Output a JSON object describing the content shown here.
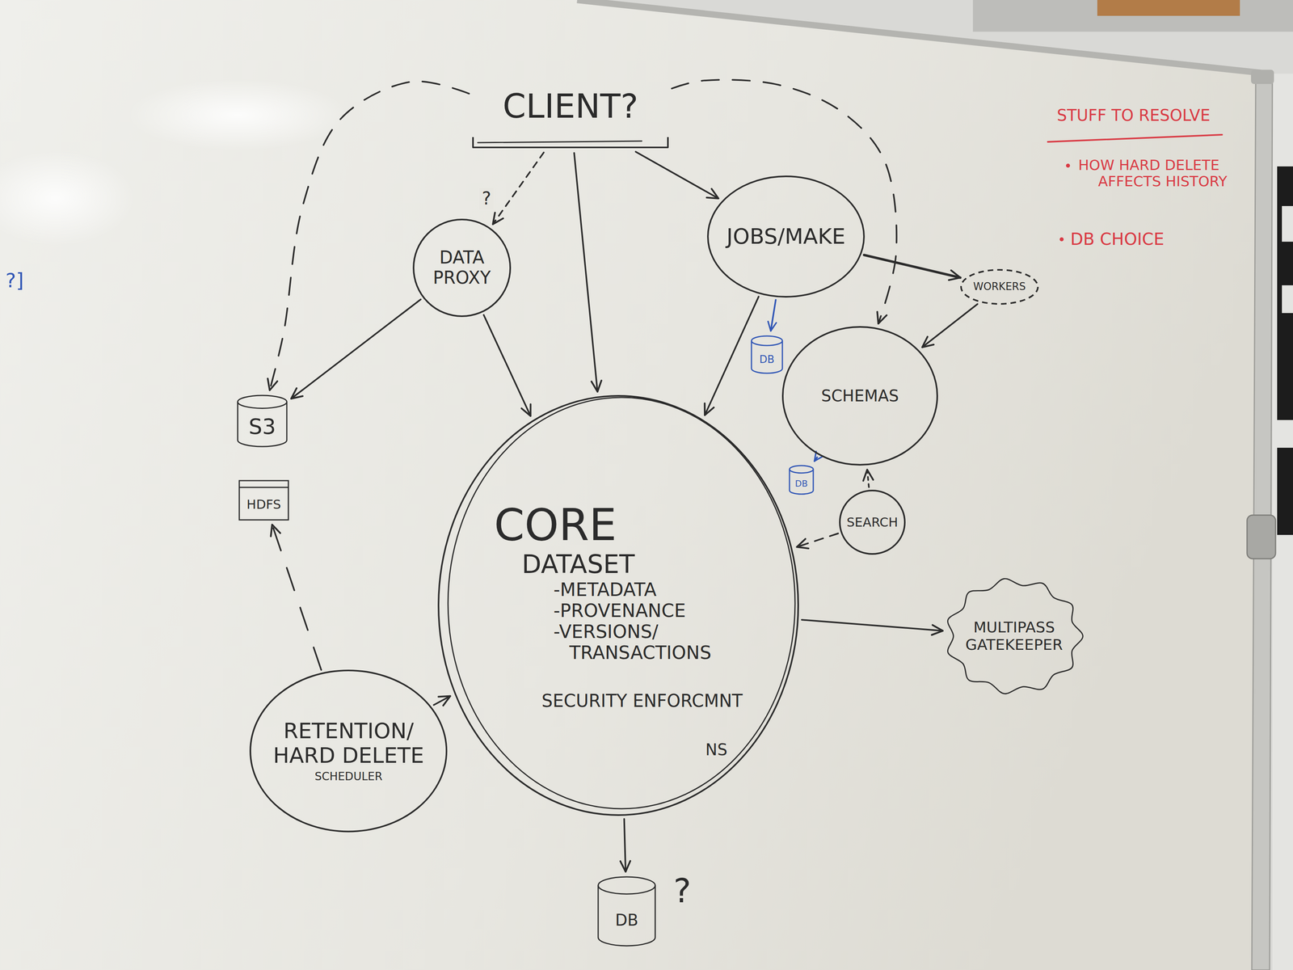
{
  "diagram": {
    "nodes": [
      {
        "text": [
          "CLIENT?"
        ]
      },
      {
        "text": [
          "DATA PROXY"
        ]
      },
      {
        "text": [
          "JOBS/MAKE"
        ]
      },
      {
        "text": [
          "WORKERS"
        ]
      },
      {
        "text": [
          "DB"
        ]
      },
      {
        "text": [
          "S3"
        ]
      },
      {
        "text": [
          "SCHEMAS"
        ]
      },
      {
        "text": [
          "HDFS"
        ]
      },
      {
        "text": [
          "DB"
        ]
      },
      {
        "text": [
          "SEARCH"
        ]
      },
      {
        "text": [
          "CORE",
          "DATASET",
          "-METADATA",
          "-PROVENANCE",
          "-VERSIONS/ TRANSACTIONS",
          "SECURITY ENFORCMNT",
          "NS"
        ]
      },
      {
        "text": [
          "MULTIPASS GATEKEEPER"
        ]
      },
      {
        "text": [
          "RETENTION/ HARD DELETE",
          "SCHEDULER"
        ]
      },
      {
        "text": [
          "DB"
        ]
      }
    ],
    "edges": [
      {
        "from": 0,
        "to": 1,
        "arrow": "to",
        "label": "?"
      },
      {
        "from": 0,
        "to": 10,
        "arrow": "to"
      },
      {
        "from": 0,
        "to": 2,
        "arrow": "to"
      },
      {
        "from": 0,
        "to": 5,
        "arrow": "to"
      },
      {
        "from": 0,
        "to": 6,
        "arrow": "to"
      },
      {
        "from": 1,
        "to": 5,
        "arrow": "to"
      },
      {
        "from": 1,
        "to": 10,
        "arrow": "to"
      },
      {
        "from": 2,
        "to": 10,
        "arrow": "to"
      },
      {
        "from": 2,
        "to": 3,
        "arrow": "to"
      },
      {
        "from": 2,
        "to": 4,
        "arrow": "to"
      },
      {
        "from": 3,
        "to": 6,
        "arrow": "to"
      },
      {
        "from": 6,
        "to": 8,
        "arrow": "to"
      },
      {
        "from": 9,
        "to": 6,
        "arrow": "to"
      },
      {
        "from": 9,
        "to": 10,
        "arrow": "to"
      },
      {
        "from": 12,
        "to": 7,
        "arrow": "to"
      },
      {
        "from": 12,
        "to": 10,
        "arrow": "to"
      },
      {
        "from": 10,
        "to": 11,
        "arrow": "to"
      },
      {
        "from": 10,
        "to": 13,
        "arrow": "to"
      }
    ],
    "labels": [
      "STUFF TO RESOLVE",
      "HOW HARD DELETE AFFECTS HISTORY",
      "DB CHOICE",
      "?",
      "?]"
    ]
  }
}
